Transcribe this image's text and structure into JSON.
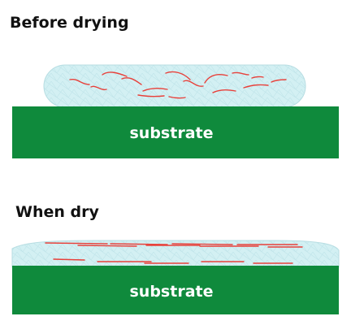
{
  "panels": [
    {
      "title": "Before drying",
      "substrate_label": "substrate"
    },
    {
      "title": "When dry",
      "substrate_label": "substrate"
    }
  ],
  "colors": {
    "substrate": "#0f8a3c",
    "gel_fill": "#d3f0f3",
    "gel_stroke": "#b7dde2",
    "fiber": "#e8403a"
  }
}
